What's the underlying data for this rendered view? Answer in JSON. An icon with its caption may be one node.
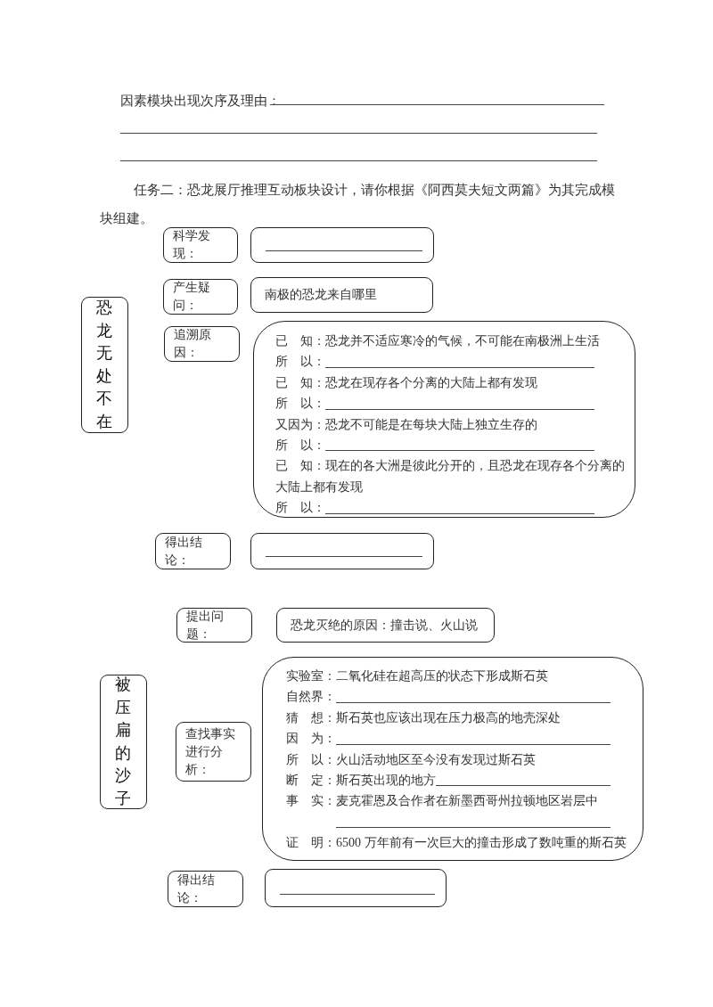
{
  "diagram": {
    "nodes": [
      {
        "text": [
          "恐龙无处不在"
        ]
      },
      {
        "text": [
          "科学发现："
        ]
      },
      {
        "text": [],
        "shape": "box"
      },
      {
        "text": [
          "产生疑问："
        ]
      },
      {
        "text": [
          "南极的恐龙来自哪里"
        ]
      },
      {
        "text": [
          "追溯原因："
        ]
      },
      {
        "text": [
          "已　知：恐龙并不适应寒冷的气候，不可能在南极洲上生活",
          "所　以：",
          "已　知：恐龙在现存各个分离的大陆上都有发现",
          "所　以：",
          "又因为：恐龙不可能是在每块大陆上独立生存的",
          "所　以：",
          "已　知：现在的各大洲是彼此分开的，且恐龙在现存各个分离的大陆上都有发现",
          "所　以："
        ]
      },
      {
        "text": [
          "得出结论："
        ]
      },
      {
        "text": [],
        "shape": "box"
      },
      {
        "text": [
          "提出问题："
        ]
      },
      {
        "text": [
          "恐龙灭绝的原因：撞击说、火山说"
        ]
      },
      {
        "text": [
          "被压扁的沙子"
        ]
      },
      {
        "text": [
          "查找事实进行分析："
        ]
      },
      {
        "text": [
          "实验室：二氧化硅在超高压的状态下形成斯石英",
          "自然界：",
          "猜　想：斯石英也应该出现在压力极高的地壳深处",
          "因　为：",
          "所　以：火山活动地区至今没有发现过斯石英",
          "断　定：斯石英出现的地方",
          "事　实：麦克霍恩及合作者在新墨西哥州拉顿地区岩层中",
          "证　明：6500 万年前有一次巨大的撞击形成了数吨重的斯石英"
        ]
      },
      {
        "text": [
          "得出结论："
        ]
      },
      {
        "text": [],
        "shape": "box"
      }
    ],
    "edges": [],
    "labels": [
      "因素模块出现次序及理由：",
      "任务二：恐龙展厅推理互动板块设计，请你根据《阿西莫夫短文两篇》为其完成模块组建。"
    ]
  }
}
